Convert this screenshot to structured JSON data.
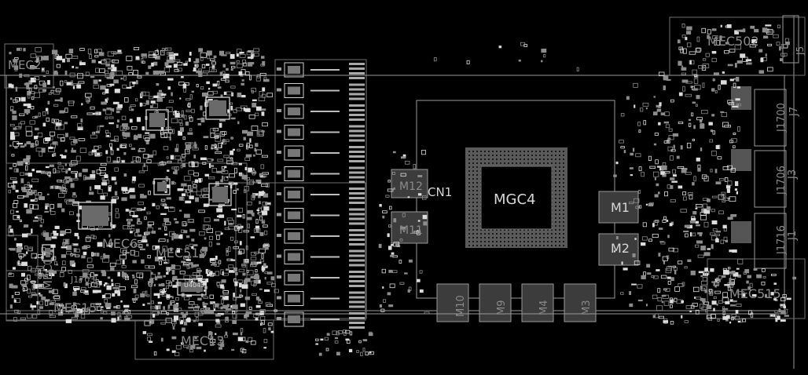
{
  "board": {
    "background": "#000000",
    "trace_color": "#bdbdbd",
    "label_color": "#8a8a8a"
  },
  "regions": {
    "mec2": "MEC2",
    "mec502": "MEC502",
    "j5": "J5",
    "cn1": "CN1",
    "m12": "M12",
    "m11": "M11",
    "mgc4": "MGC4",
    "m1": "M1",
    "m2": "M2",
    "m10": "M10",
    "m9": "M9",
    "m4": "M4",
    "m3": "M3",
    "j1700": "J1700",
    "j7": "J7",
    "j1706": "J1706",
    "j3": "J3",
    "j1716": "J1716",
    "j1": "J1",
    "mec515": "MEC515",
    "mec6": "MEC6",
    "mec519": "MEC519",
    "mec17": "MEC17",
    "j1703": "J1703",
    "mec15": "MEC15",
    "mec13": "MEC13",
    "u4043": "U4043"
  }
}
